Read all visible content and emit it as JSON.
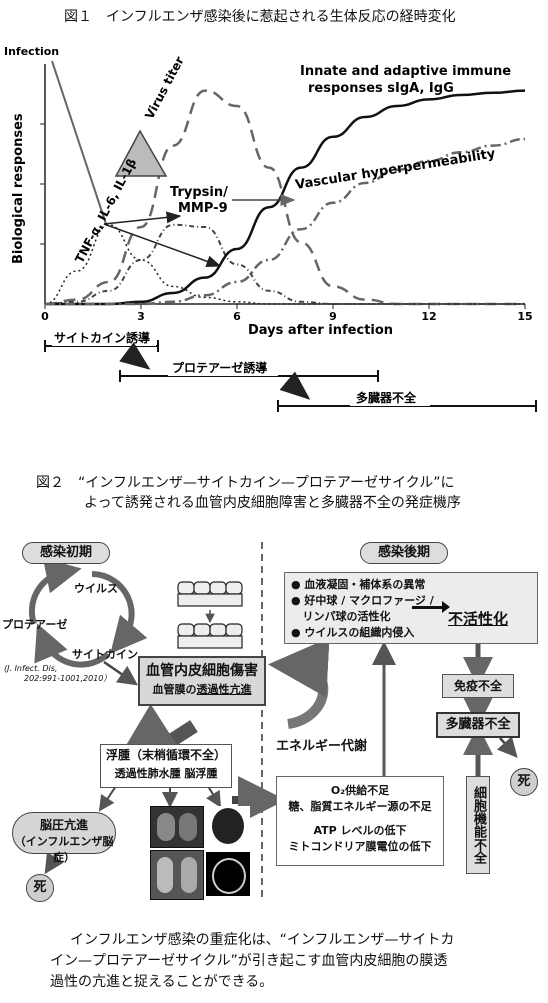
{
  "fig1": {
    "title": "図１　インフルエンザ感染後に惹起される生体反応の経時変化",
    "infection_label": "Infection",
    "y_label": "Biological responses",
    "x_label": "Days after infection",
    "x_ticks": [
      "0",
      "3",
      "6",
      "9",
      "12",
      "15"
    ],
    "virus_titer": "Virus titer",
    "cytokines": "TNF-α, IL-6, IL-1β",
    "trypsin": "Trypsin/",
    "mmp9": "MMP-9",
    "immune_1": "Innate and adaptive immune",
    "immune_2": "responses sIgA, IgG",
    "vascular": "Vascular hyperpermeability",
    "phase_cytokine": "サイトカイン誘導",
    "phase_protease": "プロテアーゼ誘導",
    "phase_mof": "多臓器不全"
  },
  "fig2": {
    "title_line1": "図２　“インフルエンザ—サイトカイン—プロテアーゼサイクル”に",
    "title_line2": "よって誘発される血管内皮細胞障害と多臓器不全の発症機序",
    "early": "感染初期",
    "late": "感染後期",
    "cycle_virus": "ウイルス",
    "cycle_protease": "プロテアーゼ",
    "cycle_cytokine": "サイトカイン",
    "ref_1": "(J. Infect. Dis,",
    "ref_2": "202:991-1001,2010）",
    "endothelial_title": "血管内皮細胞傷害",
    "endothelial_sub_prefix": "血管膜の",
    "endothelial_sub_emph": "透過性亢進",
    "edema_title": "浮腫（末梢循環不全）",
    "edema_sub": "透過性肺水腫  脳浮腫",
    "brain_1": "脳圧亢進",
    "brain_2": "（インフルエンザ脳症）",
    "death": "死",
    "energy": "エネルギー代謝",
    "late_items": [
      "● 血液凝固・補体系の異常",
      "● 好中球 / マクロファージ /",
      "   リンパ球の活性化",
      "● ウイルスの組織内侵入"
    ],
    "inactivation": "不活性化",
    "immune_failure": "免疫不全",
    "mof": "多臓器不全",
    "cell_failure": "細胞機能不全",
    "energy_lines": [
      "O₂供給不足",
      "糖、脂質エネルギー源の不足",
      "ATP レベルの低下",
      "ミトコンドリア膜電位の低下"
    ]
  },
  "caption_lines": [
    "インフルエンザ感染の重症化は、“インフルエンザ—サイトカ",
    "イン—プロテアーゼサイクル”が引き起こす血管内皮細胞の膜透",
    "過性の亢進と捉えることができる。"
  ],
  "chart_data": {
    "type": "line",
    "x": [
      0,
      1,
      2,
      3,
      4,
      5,
      6,
      7,
      8,
      9,
      10,
      11,
      12,
      13,
      14,
      15
    ],
    "xlabel": "Days after infection",
    "ylabel": "Biological responses",
    "xlim": [
      0,
      15
    ],
    "series": [
      {
        "name": "Virus titer",
        "values": [
          0,
          0.02,
          0.1,
          0.35,
          0.72,
          0.97,
          0.9,
          0.62,
          0.28,
          0.08,
          0.02,
          0,
          0,
          0,
          0,
          0
        ]
      },
      {
        "name": "TNF-α, IL-6, IL-1β",
        "values": [
          0,
          0.15,
          0.36,
          0.2,
          0.08,
          0.03,
          0.01,
          0,
          0,
          0,
          0,
          0,
          0,
          0,
          0,
          0
        ]
      },
      {
        "name": "Trypsin/MMP-9",
        "values": [
          0,
          0.01,
          0.06,
          0.2,
          0.36,
          0.35,
          0.18,
          0.06,
          0.01,
          0,
          0,
          0,
          0,
          0,
          0,
          0
        ]
      },
      {
        "name": "Innate and adaptive immune responses sIgA, IgG",
        "values": [
          0,
          0,
          0,
          0.01,
          0.05,
          0.12,
          0.25,
          0.44,
          0.62,
          0.76,
          0.85,
          0.9,
          0.93,
          0.95,
          0.96,
          0.97
        ]
      },
      {
        "name": "Vascular hyperpermeability",
        "values": [
          0,
          0,
          0,
          0,
          0.01,
          0.04,
          0.1,
          0.2,
          0.34,
          0.46,
          0.55,
          0.61,
          0.65,
          0.69,
          0.72,
          0.75
        ]
      }
    ]
  }
}
